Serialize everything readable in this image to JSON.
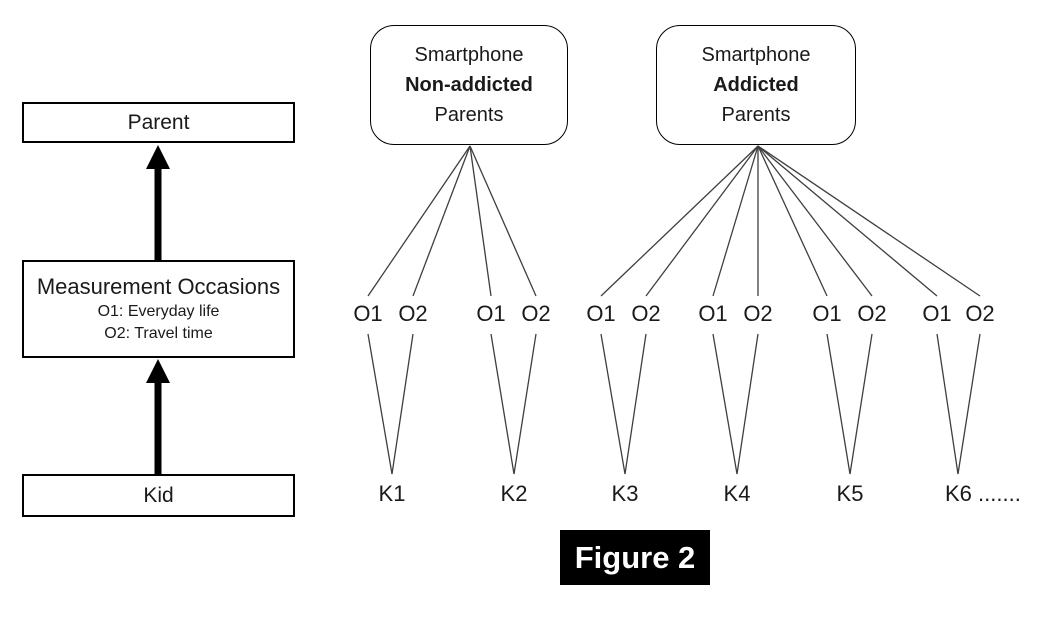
{
  "left_panel": {
    "parent_label": "Parent",
    "measurement_title": "Measurement Occasions",
    "measurement_sub1": "O1: Everyday life",
    "measurement_sub2": "O2: Travel time",
    "kid_label": "Kid"
  },
  "groups": [
    {
      "parent": {
        "line1": "Smartphone",
        "line2": "Non-addicted",
        "line3": "Parents"
      },
      "kids": [
        {
          "label": "K1",
          "o1": "O1",
          "o2": "O2"
        },
        {
          "label": "K2",
          "o1": "O1",
          "o2": "O2"
        }
      ]
    },
    {
      "parent": {
        "line1": "Smartphone",
        "line2": "Addicted",
        "line3": "Parents"
      },
      "kids": [
        {
          "label": "K3",
          "o1": "O1",
          "o2": "O2"
        },
        {
          "label": "K4",
          "o1": "O1",
          "o2": "O2"
        },
        {
          "label": "K5",
          "o1": "O1",
          "o2": "O2"
        },
        {
          "label": "K6 .......",
          "o1": "O1",
          "o2": "O2"
        }
      ]
    }
  ],
  "caption": "Figure 2",
  "colors": {
    "line": "#3f3f3f",
    "arrow": "#000000",
    "box_border": "#000000",
    "caption_bg": "#000000",
    "caption_text": "#ffffff"
  }
}
